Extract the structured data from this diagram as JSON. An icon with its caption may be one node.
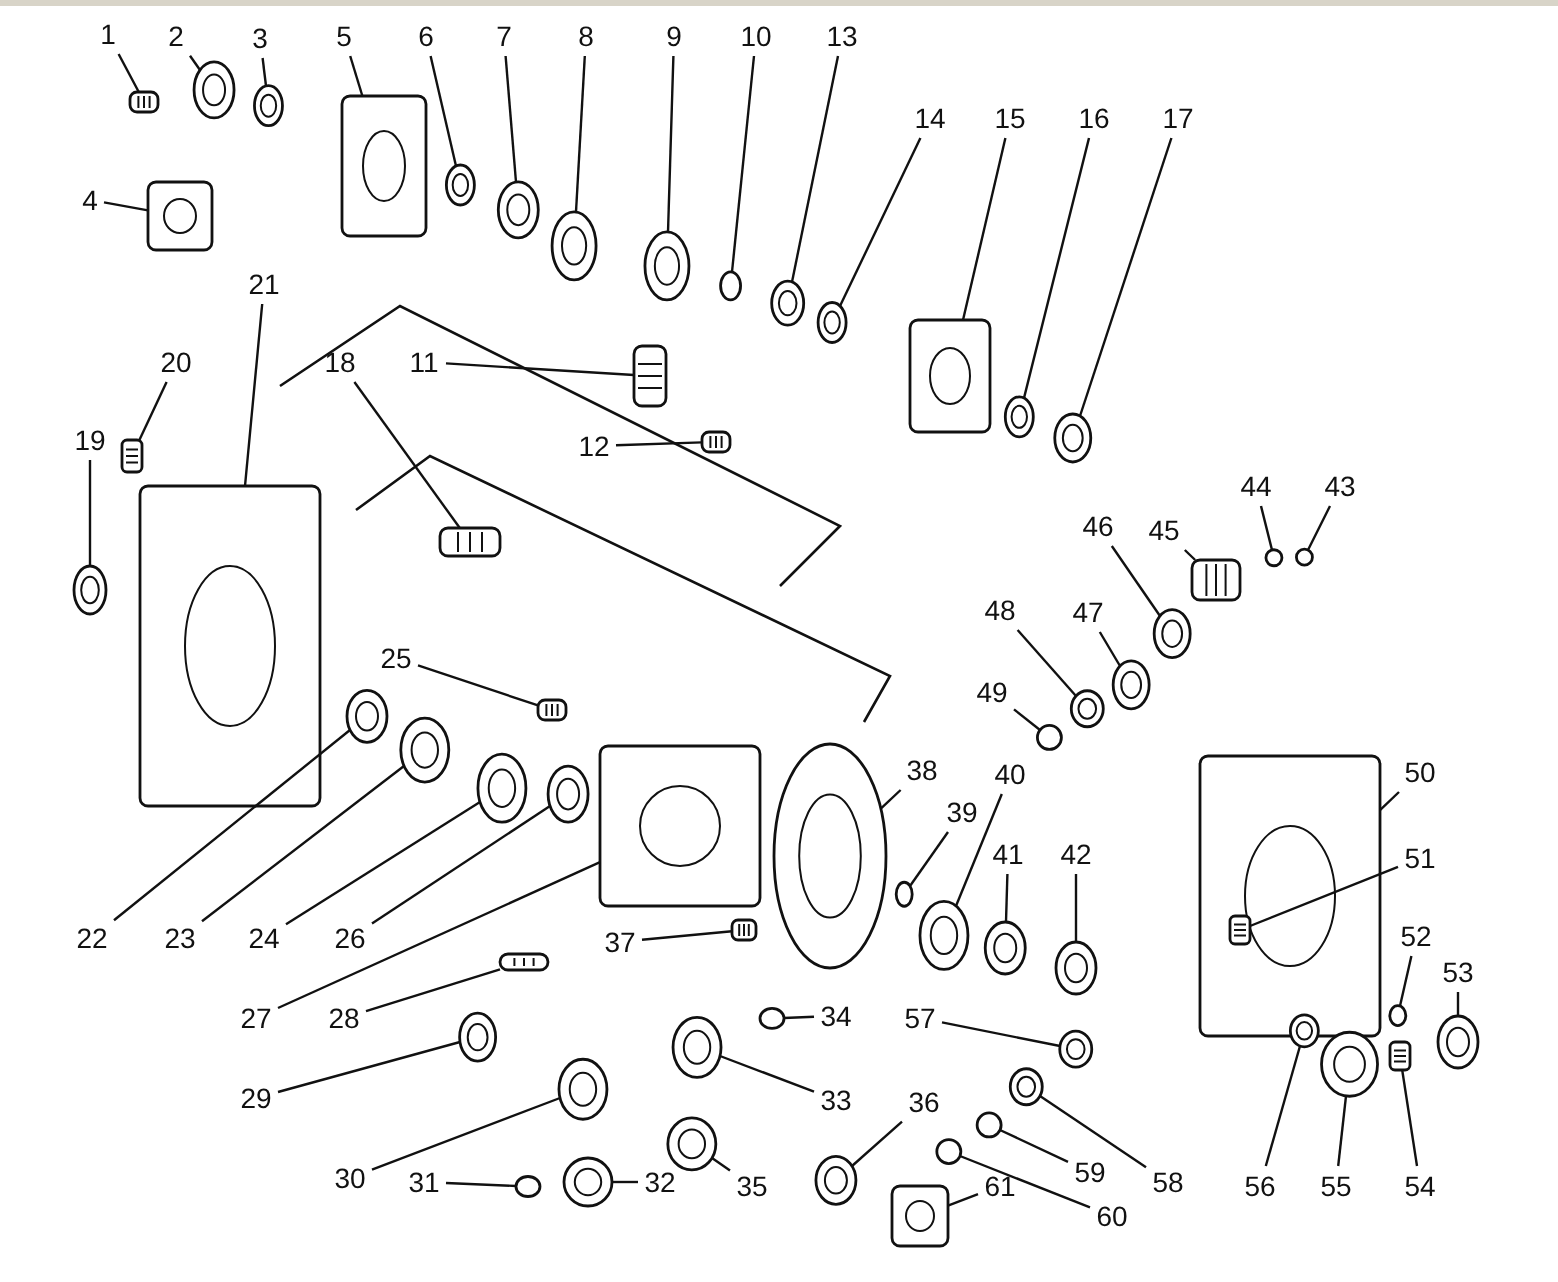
{
  "diagram": {
    "nodes": [
      {
        "text": [
          "1"
        ]
      },
      {
        "text": [
          "2"
        ]
      },
      {
        "text": [
          "3"
        ]
      },
      {
        "text": [
          "4"
        ]
      },
      {
        "text": [
          "5"
        ]
      },
      {
        "text": [
          "6"
        ]
      },
      {
        "text": [
          "7"
        ]
      },
      {
        "text": [
          "8"
        ]
      },
      {
        "text": [
          "9"
        ]
      },
      {
        "text": [
          "10"
        ]
      },
      {
        "text": [
          "11"
        ]
      },
      {
        "text": [
          "12"
        ]
      },
      {
        "text": [
          "13"
        ]
      },
      {
        "text": [
          "14"
        ]
      },
      {
        "text": [
          "15"
        ]
      },
      {
        "text": [
          "16"
        ]
      },
      {
        "text": [
          "17"
        ]
      },
      {
        "text": [
          "18"
        ]
      },
      {
        "text": [
          "19"
        ]
      },
      {
        "text": [
          "20"
        ]
      },
      {
        "text": [
          "21"
        ]
      },
      {
        "text": [
          "22"
        ]
      },
      {
        "text": [
          "23"
        ]
      },
      {
        "text": [
          "24"
        ]
      },
      {
        "text": [
          "25"
        ]
      },
      {
        "text": [
          "26"
        ]
      },
      {
        "text": [
          "27"
        ]
      },
      {
        "text": [
          "28"
        ]
      },
      {
        "text": [
          "29"
        ]
      },
      {
        "text": [
          "30"
        ]
      },
      {
        "text": [
          "31"
        ]
      },
      {
        "text": [
          "32"
        ]
      },
      {
        "text": [
          "33"
        ]
      },
      {
        "text": [
          "34"
        ]
      },
      {
        "text": [
          "35"
        ]
      },
      {
        "text": [
          "36"
        ]
      },
      {
        "text": [
          "37"
        ]
      },
      {
        "text": [
          "38"
        ]
      },
      {
        "text": [
          "39"
        ]
      },
      {
        "text": [
          "40"
        ]
      },
      {
        "text": [
          "41"
        ]
      },
      {
        "text": [
          "42"
        ]
      },
      {
        "text": [
          "43"
        ]
      },
      {
        "text": [
          "44"
        ]
      },
      {
        "text": [
          "45"
        ]
      },
      {
        "text": [
          "46"
        ]
      },
      {
        "text": [
          "47"
        ]
      },
      {
        "text": [
          "48"
        ]
      },
      {
        "text": [
          "49"
        ]
      },
      {
        "text": [
          "50"
        ]
      },
      {
        "text": [
          "51"
        ]
      },
      {
        "text": [
          "52"
        ]
      },
      {
        "text": [
          "53"
        ]
      },
      {
        "text": [
          "54"
        ]
      },
      {
        "text": [
          "55"
        ]
      },
      {
        "text": [
          "56"
        ]
      },
      {
        "text": [
          "57"
        ]
      },
      {
        "text": [
          "58"
        ]
      },
      {
        "text": [
          "59"
        ]
      },
      {
        "text": [
          "60"
        ]
      },
      {
        "text": [
          "61"
        ]
      },
      {
        "text": [],
        "shape": "picture"
      },
      {
        "text": [],
        "shape": "circle"
      },
      {
        "text": [],
        "shape": "circle"
      },
      {
        "text": [],
        "shape": "picture"
      },
      {
        "text": [],
        "shape": "picture"
      },
      {
        "text": [],
        "shape": "circle"
      },
      {
        "text": [],
        "shape": "circle"
      },
      {
        "text": [],
        "shape": "circle"
      },
      {
        "text": [],
        "shape": "circle"
      },
      {
        "text": [],
        "shape": "circle"
      },
      {
        "text": [],
        "shape": "picture"
      },
      {
        "text": [],
        "shape": "picture"
      },
      {
        "text": [],
        "shape": "circle"
      },
      {
        "text": [],
        "shape": "circle"
      },
      {
        "text": [],
        "shape": "picture"
      },
      {
        "text": [],
        "shape": "circle"
      },
      {
        "text": [],
        "shape": "circle"
      },
      {
        "text": [],
        "shape": "picture"
      },
      {
        "text": [],
        "shape": "circle"
      },
      {
        "text": [],
        "shape": "picture"
      },
      {
        "text": [],
        "shape": "picture"
      },
      {
        "text": [],
        "shape": "circle"
      },
      {
        "text": [],
        "shape": "circle"
      },
      {
        "text": [],
        "shape": "circle"
      },
      {
        "text": [],
        "shape": "picture"
      },
      {
        "text": [],
        "shape": "circle"
      },
      {
        "text": [],
        "shape": "picture"
      },
      {
        "text": [],
        "shape": "picture"
      },
      {
        "text": [],
        "shape": "circle"
      },
      {
        "text": [],
        "shape": "circle"
      },
      {
        "text": [],
        "shape": "circle"
      },
      {
        "text": [],
        "shape": "circle"
      },
      {
        "text": [],
        "shape": "circle"
      },
      {
        "text": [],
        "shape": "circle"
      },
      {
        "text": [],
        "shape": "circle"
      },
      {
        "text": [],
        "shape": "circle"
      },
      {
        "text": [],
        "shape": "picture"
      },
      {
        "text": [],
        "shape": "circle"
      },
      {
        "text": [],
        "shape": "circle"
      },
      {
        "text": [],
        "shape": "circle"
      },
      {
        "text": [],
        "shape": "circle"
      },
      {
        "text": [],
        "shape": "circle"
      },
      {
        "text": [],
        "shape": "circle"
      },
      {
        "text": [],
        "shape": "circle"
      },
      {
        "text": [],
        "shape": "picture"
      },
      {
        "text": [],
        "shape": "circle"
      },
      {
        "text": [],
        "shape": "circle"
      },
      {
        "text": [],
        "shape": "circle"
      },
      {
        "text": [],
        "shape": "circle"
      },
      {
        "text": [],
        "shape": "picture"
      },
      {
        "text": [],
        "shape": "picture",
        "in": 110
      },
      {
        "text": [],
        "shape": "circle"
      },
      {
        "text": [],
        "shape": "circle"
      },
      {
        "text": [],
        "shape": "picture"
      },
      {
        "text": [],
        "shape": "circle"
      },
      {
        "text": [],
        "shape": "circle"
      },
      {
        "text": [],
        "shape": "circle"
      },
      {
        "text": [],
        "shape": "circle"
      },
      {
        "text": [],
        "shape": "circle"
      },
      {
        "text": [],
        "shape": "circle"
      },
      {
        "text": [],
        "shape": "picture"
      }
    ],
    "edges": [
      {
        "from": 0,
        "to": 61,
        "arrow": "none"
      },
      {
        "from": 1,
        "to": 62,
        "arrow": "none"
      },
      {
        "from": 2,
        "to": 63,
        "arrow": "none"
      },
      {
        "from": 3,
        "to": 64,
        "arrow": "none"
      },
      {
        "from": 4,
        "to": 65,
        "arrow": "none"
      },
      {
        "from": 5,
        "to": 66,
        "arrow": "none"
      },
      {
        "from": 6,
        "to": 67,
        "arrow": "none"
      },
      {
        "from": 7,
        "to": 68,
        "arrow": "none"
      },
      {
        "from": 8,
        "to": 69,
        "arrow": "none"
      },
      {
        "from": 9,
        "to": 70,
        "arrow": "none"
      },
      {
        "from": 10,
        "to": 71,
        "arrow": "none"
      },
      {
        "from": 11,
        "to": 72,
        "arrow": "none"
      },
      {
        "from": 12,
        "to": 73,
        "arrow": "none"
      },
      {
        "from": 13,
        "to": 74,
        "arrow": "none"
      },
      {
        "from": 14,
        "to": 75,
        "arrow": "none"
      },
      {
        "from": 15,
        "to": 76,
        "arrow": "none"
      },
      {
        "from": 16,
        "to": 77,
        "arrow": "none"
      },
      {
        "from": 17,
        "to": 78,
        "arrow": "none"
      },
      {
        "from": 18,
        "to": 79,
        "arrow": "none"
      },
      {
        "from": 19,
        "to": 80,
        "arrow": "none"
      },
      {
        "from": 20,
        "to": 81,
        "arrow": "none"
      },
      {
        "from": 21,
        "to": 82,
        "arrow": "none"
      },
      {
        "from": 22,
        "to": 83,
        "arrow": "none"
      },
      {
        "from": 23,
        "to": 84,
        "arrow": "none"
      },
      {
        "from": 24,
        "to": 85,
        "arrow": "none"
      },
      {
        "from": 25,
        "to": 86,
        "arrow": "none"
      },
      {
        "from": 26,
        "to": 87,
        "arrow": "none"
      },
      {
        "from": 27,
        "to": 88,
        "arrow": "none"
      },
      {
        "from": 28,
        "to": 89,
        "arrow": "none"
      },
      {
        "from": 29,
        "to": 90,
        "arrow": "none"
      },
      {
        "from": 30,
        "to": 91,
        "arrow": "none"
      },
      {
        "from": 31,
        "to": 92,
        "arrow": "none"
      },
      {
        "from": 32,
        "to": 93,
        "arrow": "none"
      },
      {
        "from": 33,
        "to": 94,
        "arrow": "none"
      },
      {
        "from": 34,
        "to": 95,
        "arrow": "none"
      },
      {
        "from": 35,
        "to": 96,
        "arrow": "none"
      },
      {
        "from": 36,
        "to": 97,
        "arrow": "none"
      },
      {
        "from": 37,
        "to": 98,
        "arrow": "none"
      },
      {
        "from": 38,
        "to": 99,
        "arrow": "none"
      },
      {
        "from": 39,
        "to": 100,
        "arrow": "none"
      },
      {
        "from": 40,
        "to": 101,
        "arrow": "none"
      },
      {
        "from": 41,
        "to": 102,
        "arrow": "none"
      },
      {
        "from": 42,
        "to": 103,
        "arrow": "none"
      },
      {
        "from": 43,
        "to": 104,
        "arrow": "none"
      },
      {
        "from": 44,
        "to": 105,
        "arrow": "none"
      },
      {
        "from": 45,
        "to": 106,
        "arrow": "none"
      },
      {
        "from": 46,
        "to": 107,
        "arrow": "none"
      },
      {
        "from": 47,
        "to": 108,
        "arrow": "none"
      },
      {
        "from": 48,
        "to": 109,
        "arrow": "none"
      },
      {
        "from": 49,
        "to": 110,
        "arrow": "none"
      },
      {
        "from": 50,
        "to": 111,
        "arrow": "none"
      },
      {
        "from": 51,
        "to": 112,
        "arrow": "none"
      },
      {
        "from": 52,
        "to": 113,
        "arrow": "none"
      },
      {
        "from": 53,
        "to": 114,
        "arrow": "none"
      },
      {
        "from": 54,
        "to": 115,
        "arrow": "none"
      },
      {
        "from": 55,
        "to": 116,
        "arrow": "none"
      },
      {
        "from": 56,
        "to": 117,
        "arrow": "none"
      },
      {
        "from": 57,
        "to": 118,
        "arrow": "none"
      },
      {
        "from": 58,
        "to": 119,
        "arrow": "none"
      },
      {
        "from": 59,
        "to": 120,
        "arrow": "none"
      },
      {
        "from": 60,
        "to": 121,
        "arrow": "none"
      }
    ]
  }
}
